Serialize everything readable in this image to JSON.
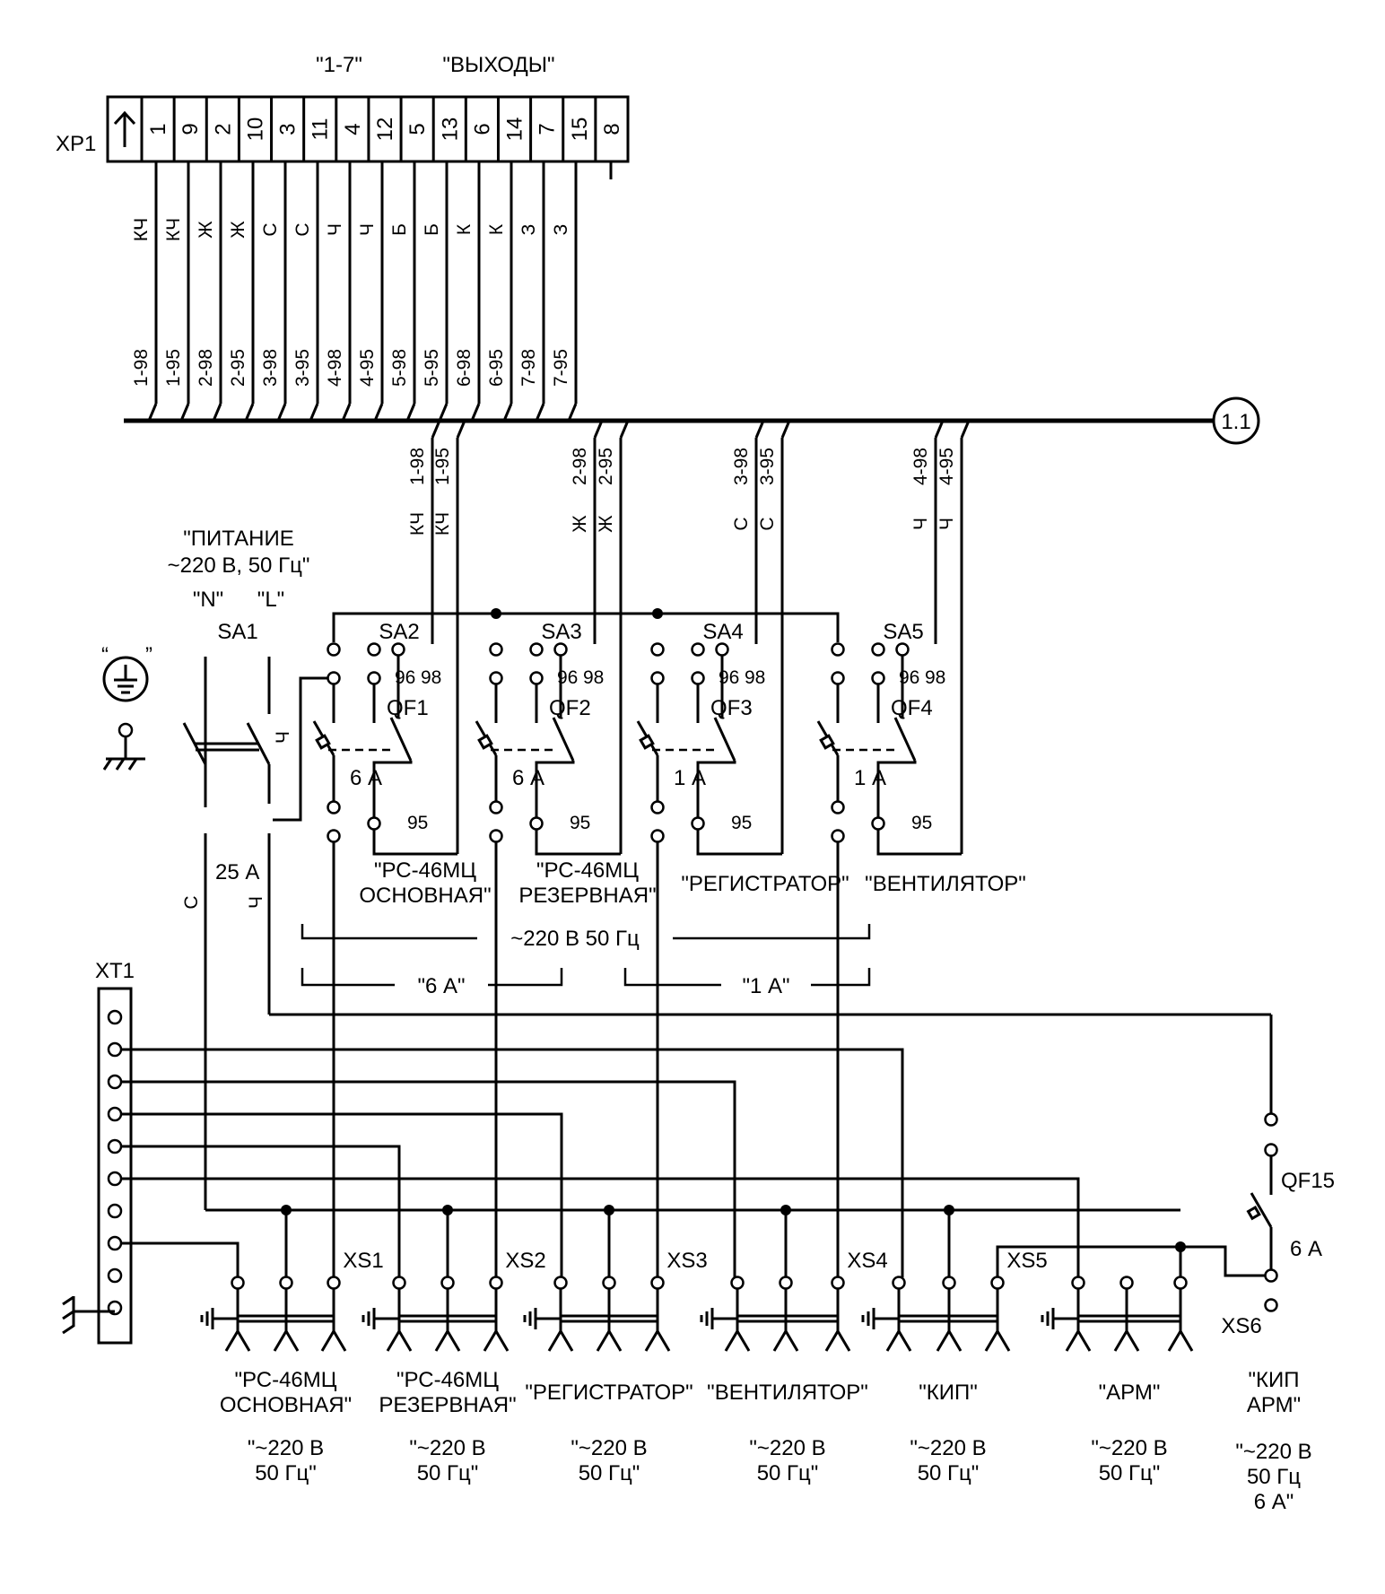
{
  "xp1": {
    "label": "XP1",
    "group": "\"1-7\"",
    "title": "\"ВЫХОДЫ\"",
    "arrow": "up-arrow-icon",
    "pins": [
      "1",
      "9",
      "2",
      "10",
      "3",
      "11",
      "4",
      "12",
      "5",
      "13",
      "6",
      "14",
      "7",
      "15",
      "8"
    ],
    "colors": [
      "КЧ",
      "КЧ",
      "Ж",
      "Ж",
      "С",
      "С",
      "Ч",
      "Ч",
      "Б",
      "Б",
      "К",
      "К",
      "З",
      "З"
    ],
    "wires": [
      "1-98",
      "1-95",
      "2-98",
      "2-95",
      "3-98",
      "3-95",
      "4-98",
      "4-95",
      "5-98",
      "5-95",
      "6-98",
      "6-95",
      "7-98",
      "7-95"
    ]
  },
  "bus_ref": "1.1",
  "drops": [
    {
      "wires": [
        "1-98",
        "1-95"
      ],
      "colors": [
        "КЧ",
        "КЧ"
      ]
    },
    {
      "wires": [
        "2-98",
        "2-95"
      ],
      "colors": [
        "Ж",
        "Ж"
      ]
    },
    {
      "wires": [
        "3-98",
        "3-95"
      ],
      "colors": [
        "С",
        "С"
      ]
    },
    {
      "wires": [
        "4-98",
        "4-95"
      ],
      "colors": [
        "Ч",
        "Ч"
      ]
    }
  ],
  "power": {
    "line1": "\"ПИТАНИЕ",
    "line2": "~220 В, 50 Гц\"",
    "n": "\"N\"",
    "l": "\"L\""
  },
  "ground_symbol": "ground-icon",
  "ground_quote_left": "“",
  "ground_quote_right": "”",
  "sa1": {
    "label": "SA1",
    "rating": "25 А",
    "wire_n": "С",
    "wire_l": "Ч",
    "wire_top": "Ч"
  },
  "breakers": [
    {
      "sa": "SA2",
      "qf": "QF1",
      "rating": "6 А",
      "name1": "\"РС-46МЦ",
      "name2": "ОСНОВНАЯ\""
    },
    {
      "sa": "SA3",
      "qf": "QF2",
      "rating": "6 А",
      "name1": "\"РС-46МЦ",
      "name2": "РЕЗЕРВНАЯ\""
    },
    {
      "sa": "SA4",
      "qf": "QF3",
      "rating": "1 А",
      "name1": "\"РЕГИСТРАТОР\"",
      "name2": ""
    },
    {
      "sa": "SA5",
      "qf": "QF4",
      "rating": "1 А",
      "name1": "\"ВЕНТИЛЯТОР\"",
      "name2": ""
    }
  ],
  "contacts": {
    "c96": "96",
    "c98": "98",
    "c95": "95"
  },
  "brackets": {
    "all": "~220 В 50 Гц",
    "a6": "\"6 А\"",
    "a1": "\"1 А\""
  },
  "xt1": {
    "label": "XT1"
  },
  "sockets": [
    {
      "id": "XS1",
      "l1": "\"РС-46МЦ",
      "l2": "ОСНОВНАЯ\"",
      "v1": "\"~220 В",
      "v2": "50 Гц\""
    },
    {
      "id": "XS2",
      "l1": "\"РС-46МЦ",
      "l2": "РЕЗЕРВНАЯ\"",
      "v1": "\"~220 В",
      "v2": "50 Гц\""
    },
    {
      "id": "XS3",
      "l1": "\"РЕГИСТРАТОР\"",
      "l2": "",
      "v1": "\"~220 В",
      "v2": "50 Гц\""
    },
    {
      "id": "XS4",
      "l1": "\"ВЕНТИЛЯТОР\"",
      "l2": "",
      "v1": "\"~220 В",
      "v2": "50 Гц\""
    },
    {
      "id": "XS5",
      "l1": "\"КИП\"",
      "l2": "",
      "v1": "\"~220 В",
      "v2": "50 Гц\""
    },
    {
      "id": "",
      "l1": "\"АРМ\"",
      "l2": "",
      "v1": "\"~220 В",
      "v2": "50 Гц\""
    }
  ],
  "qf15": {
    "label": "QF15",
    "rating": "6 А"
  },
  "xs6": {
    "label": "XS6",
    "l1": "\"КИП",
    "l2": "АРМ\"",
    "v1": "\"~220 В",
    "v2": "50 Гц",
    "v3": "6 А\""
  }
}
